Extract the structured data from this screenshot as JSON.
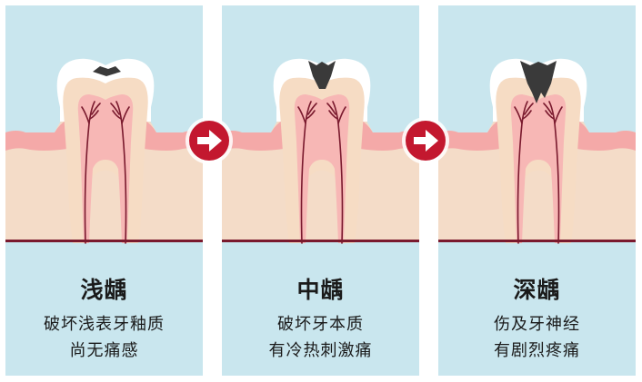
{
  "stages": [
    {
      "title": "浅龋",
      "line1": "破坏浅表牙釉质",
      "line2": "尚无痛感"
    },
    {
      "title": "中龋",
      "line1": "破坏牙本质",
      "line2": "有冷热刺激痛"
    },
    {
      "title": "深龋",
      "line1": "伤及牙神经",
      "line2": "有剧烈疼痛"
    }
  ],
  "icons": {
    "arrow": "right-arrow-icon",
    "tooth": "tooth-cross-section-icon"
  },
  "colors": {
    "panel_bg": "#c9e6ee",
    "gum": "#f4a9a8",
    "bone": "#f4dcc8",
    "enamel": "#ffffff",
    "dentin": "#f6dcc4",
    "pulp": "#f7b7b5",
    "nerve": "#7a1a2e",
    "decay": "#3a3a3a",
    "arrow_red": "#c3182f"
  }
}
